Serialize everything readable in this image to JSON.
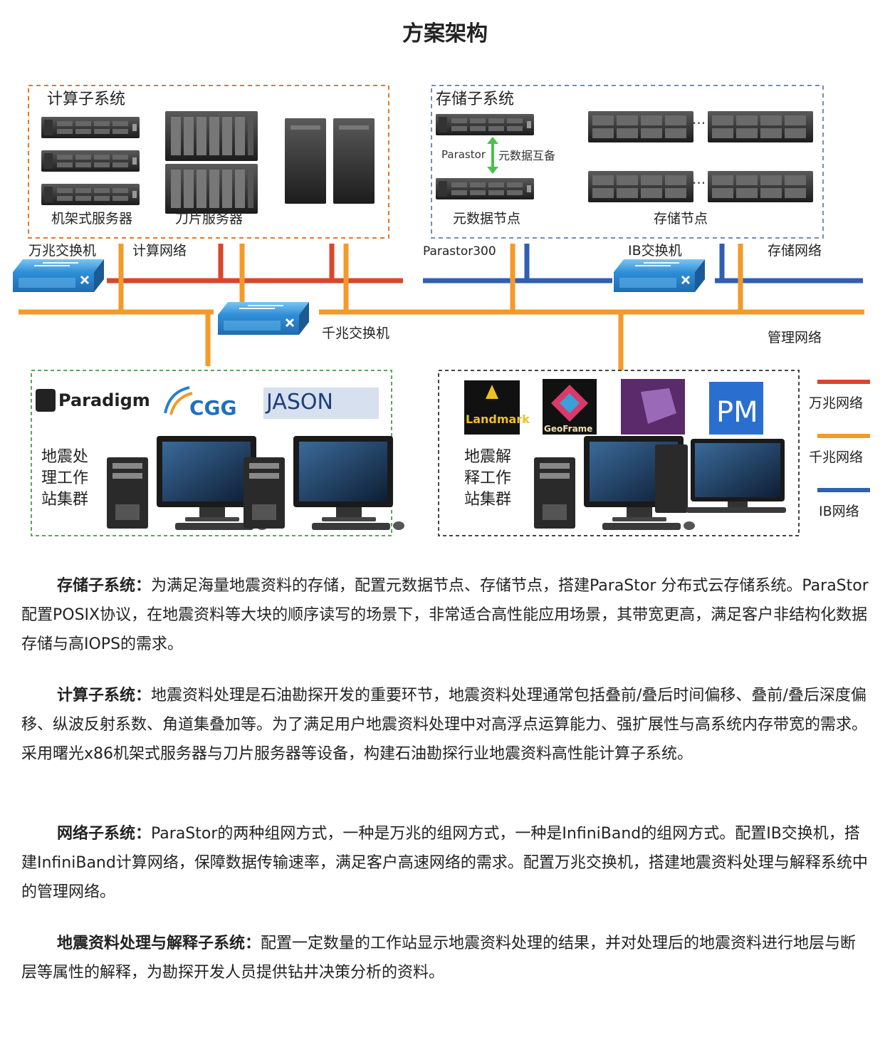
{
  "title": "方案架构",
  "diagram": {
    "compute": {
      "title": "计算子系统",
      "rack_label": "机架式服务器",
      "blade_label": "刀片服务器"
    },
    "storage": {
      "title": "存储子系统",
      "parastor_label": "Parastor",
      "backup_label": "元数据互备",
      "meta_label": "元数据节点",
      "store_label": "存储节点"
    },
    "network": {
      "ten_g_switch": "万兆交换机",
      "compute_net": "计算网络",
      "parastor300": "Parastor300",
      "ib_switch": "IB交换机",
      "storage_net": "存储网络",
      "gig_switch": "千兆交换机",
      "mgmt_net": "管理网络"
    },
    "processing": {
      "title_lines": [
        "地震处",
        "理工作",
        "站集群"
      ],
      "logos": [
        "Paradigm",
        "CGG",
        "JASON"
      ]
    },
    "interpretation": {
      "title_lines": [
        "地震解",
        "释工作",
        "站集群"
      ],
      "logos": [
        "Landmark",
        "GeoFrame",
        "PM"
      ]
    },
    "legend": {
      "items": [
        {
          "label": "万兆网络",
          "color": "#d9472b"
        },
        {
          "label": "千兆网络",
          "color": "#f39a2a"
        },
        {
          "label": "IB网络",
          "color": "#2f5fb3"
        }
      ]
    },
    "colors": {
      "ten_g": "#d9472b",
      "gig": "#f39a2a",
      "ib": "#2f5fb3",
      "compute_border": "#e07a2e",
      "storage_border": "#6f8fb8",
      "processing_border": "#5aa65a",
      "interp_border": "#444444",
      "switch": "#2f8fd8"
    }
  },
  "paragraphs": [
    {
      "lead": "存储子系统：",
      "text": "为满足海量地震资料的存储，配置元数据节点、存储节点，搭建ParaStor 分布式云存储系统。ParaStor配置POSIX协议，在地震资料等大块的顺序读写的场景下，非常适合高性能应用场景，其带宽更高，满足客户非结构化数据存储与高IOPS的需求。"
    },
    {
      "lead": "计算子系统：",
      "text": "地震资料处理是石油勘探开发的重要环节，地震资料处理通常包括叠前/叠后时间偏移、叠前/叠后深度偏移、纵波反射系数、角道集叠加等。为了满足用户地震资料处理中对高浮点运算能力、强扩展性与高系统内存带宽的需求。采用曙光x86机架式服务器与刀片服务器等设备，构建石油勘探行业地震资料高性能计算子系统。"
    },
    {
      "lead": "网络子系统：",
      "text": "ParaStor的两种组网方式，一种是万兆的组网方式，一种是InfiniBand的组网方式。配置IB交换机，搭建InfiniBand计算网络，保障数据传输速率，满足客户高速网络的需求。配置万兆交换机，搭建地震资料处理与解释系统中的管理网络。"
    },
    {
      "lead": "地震资料处理与解释子系统：",
      "text": "配置一定数量的工作站显示地震资料处理的结果，并对处理后的地震资料进行地层与断层等属性的解释，为勘探开发人员提供钻井决策分析的资料。"
    }
  ]
}
